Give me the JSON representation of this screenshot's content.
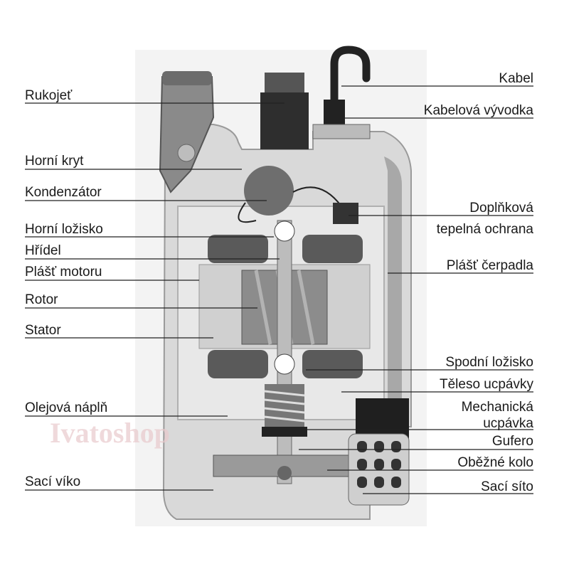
{
  "title": "Submersible pump cross-section",
  "watermark": "Ivatoshop",
  "labels_left": [
    {
      "text": "Rukojeť"
    },
    {
      "text": "Horní kryt"
    },
    {
      "text": "Kondenzátor"
    },
    {
      "text": "Horní ložisko"
    },
    {
      "text": "Hřídel"
    },
    {
      "text": "Plášť motoru"
    },
    {
      "text": "Rotor"
    },
    {
      "text": "Stator"
    },
    {
      "text": "Olejová náplň"
    },
    {
      "text": "Sací víko"
    }
  ],
  "labels_right": [
    {
      "text": "Kabel"
    },
    {
      "text": "Kabelová vývodka"
    },
    {
      "text": "Doplňková",
      "text2": "tepelná ochrana"
    },
    {
      "text": "Plášť čerpadla"
    },
    {
      "text": "Spodní ložisko"
    },
    {
      "text": "Těleso ucpávky"
    },
    {
      "text": "Mechanická",
      "text2": "ucpávka"
    },
    {
      "text": "Gufero"
    },
    {
      "text": "Oběžné kolo"
    },
    {
      "text": "Sací síto"
    }
  ]
}
